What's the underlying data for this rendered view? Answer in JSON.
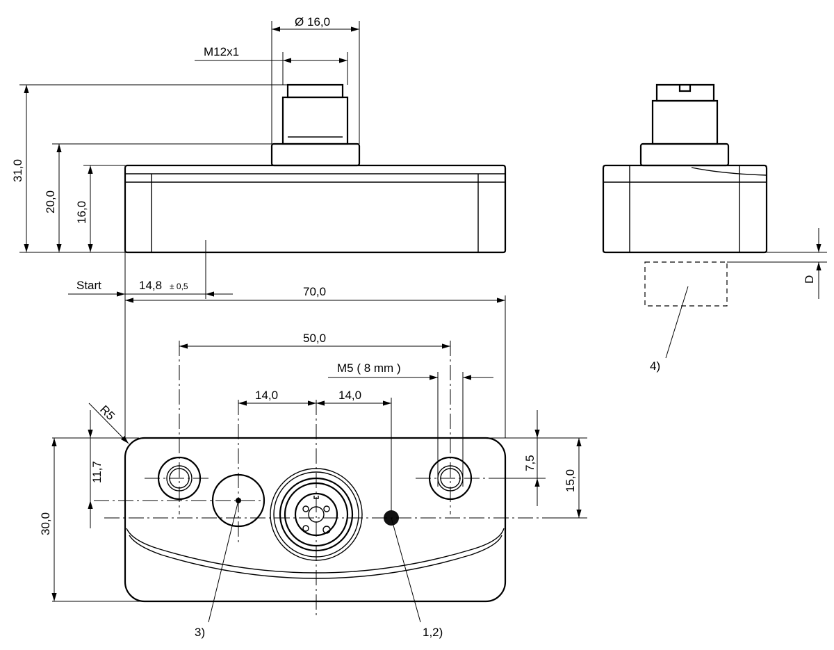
{
  "drawing": {
    "front_view": {
      "diameter_symbol": "Ø",
      "diameter": "16,0",
      "thread": "M12x1",
      "height_total": "31,0",
      "height_base": "20,0",
      "height_body": "16,0",
      "start_label": "Start",
      "start_offset": "14,8",
      "start_tolerance": "± 0,5"
    },
    "side_view": {
      "distance_label": "D",
      "note_4": "4)"
    },
    "top_view": {
      "width": "70,0",
      "hole_spacing": "50,0",
      "screw": "M5 ( 8 mm )",
      "offset_left": "14,0",
      "offset_right": "14,0",
      "radius": "R5",
      "offset_vertical_left": "11,7",
      "depth": "30,0",
      "hole_y": "7,5",
      "center_y": "15,0",
      "note_3": "3)",
      "note_12": "1,2)"
    }
  }
}
